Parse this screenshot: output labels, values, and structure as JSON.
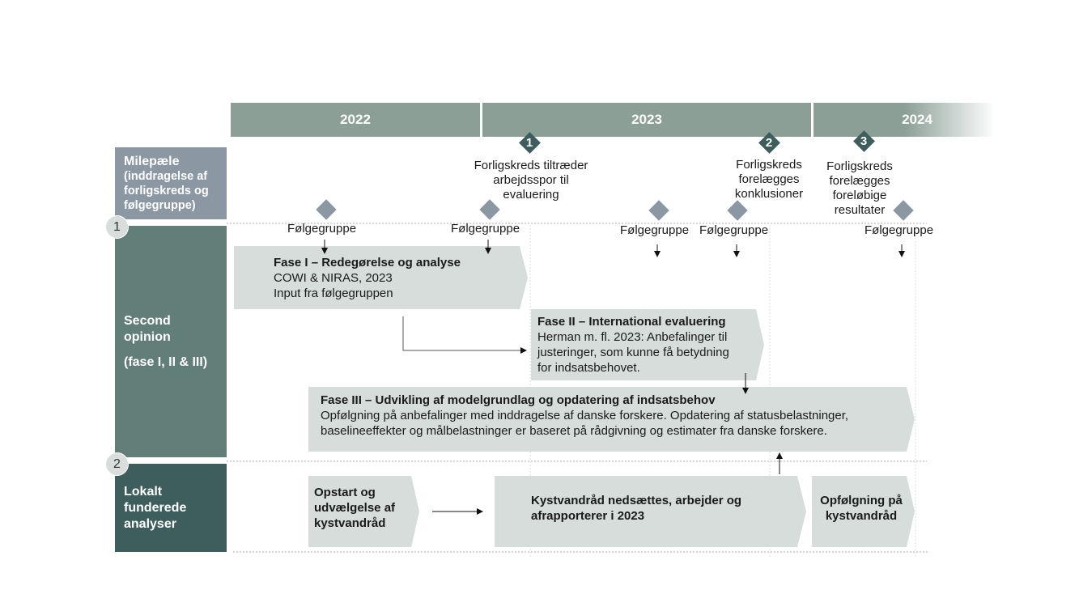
{
  "years": [
    "2022",
    "2023",
    "2024"
  ],
  "sidebar": {
    "milestones_title": "Milepæle",
    "milestones_sub": [
      "(inddragelse af",
      "forligskreds og",
      "følgegruppe)"
    ],
    "second_opinion": [
      "Second",
      "opinion"
    ],
    "second_opinion_sub": "(fase I, II & III)",
    "local_analyses": [
      "Lokalt",
      "funderede",
      "analyser"
    ]
  },
  "section_numbers": [
    "1",
    "2"
  ],
  "milestones": [
    {
      "number": "1",
      "lines": [
        "Forligskreds tiltræder",
        "arbejdsspor til",
        "evaluering"
      ]
    },
    {
      "number": "2",
      "lines": [
        "Forligskreds",
        "forelægges",
        "konklusioner"
      ]
    },
    {
      "number": "3",
      "lines": [
        "Forligskreds",
        "forelægges",
        "foreløbige",
        "resultater"
      ]
    }
  ],
  "followgroup_label": "Følgegruppe",
  "phases": {
    "fase1": {
      "title": "Fase I – Redegørelse og analyse",
      "lines": [
        "COWI & NIRAS, 2023",
        "Input fra følgegruppen"
      ]
    },
    "fase2": {
      "title": "Fase II – International evaluering",
      "lines": [
        "Herman m. fl. 2023: Anbefalinger til",
        "justeringer, som kunne få betydning",
        "for indsatsbehovet."
      ]
    },
    "fase3": {
      "title": "Fase III – Udvikling af modelgrundlag og opdatering af indsatsbehov",
      "lines": [
        "Opfølgning på anbefalinger med inddragelse af danske forskere. Opdatering af statusbelastninger,",
        "baselineeffekter og målbelastninger er baseret på rådgivning og estimater fra danske forskere."
      ]
    }
  },
  "local": {
    "start": [
      "Opstart og",
      "udvælgelse af",
      "kystvandråd"
    ],
    "council": [
      "Kystvandråd nedsættes, arbejder og",
      "afrapporterer i 2023"
    ],
    "followup": [
      "Opfølgning på",
      "kystvandråd"
    ]
  },
  "colors": {
    "year_bar": "#8b9f96",
    "milestone_side": "#8b98a3",
    "second_opinion_side": "#627e79",
    "local_side": "#3e5e5e",
    "phase_fill": "#d7dddb",
    "diamond": "#8b98a3",
    "number_diamond": "#3e5e5e"
  }
}
